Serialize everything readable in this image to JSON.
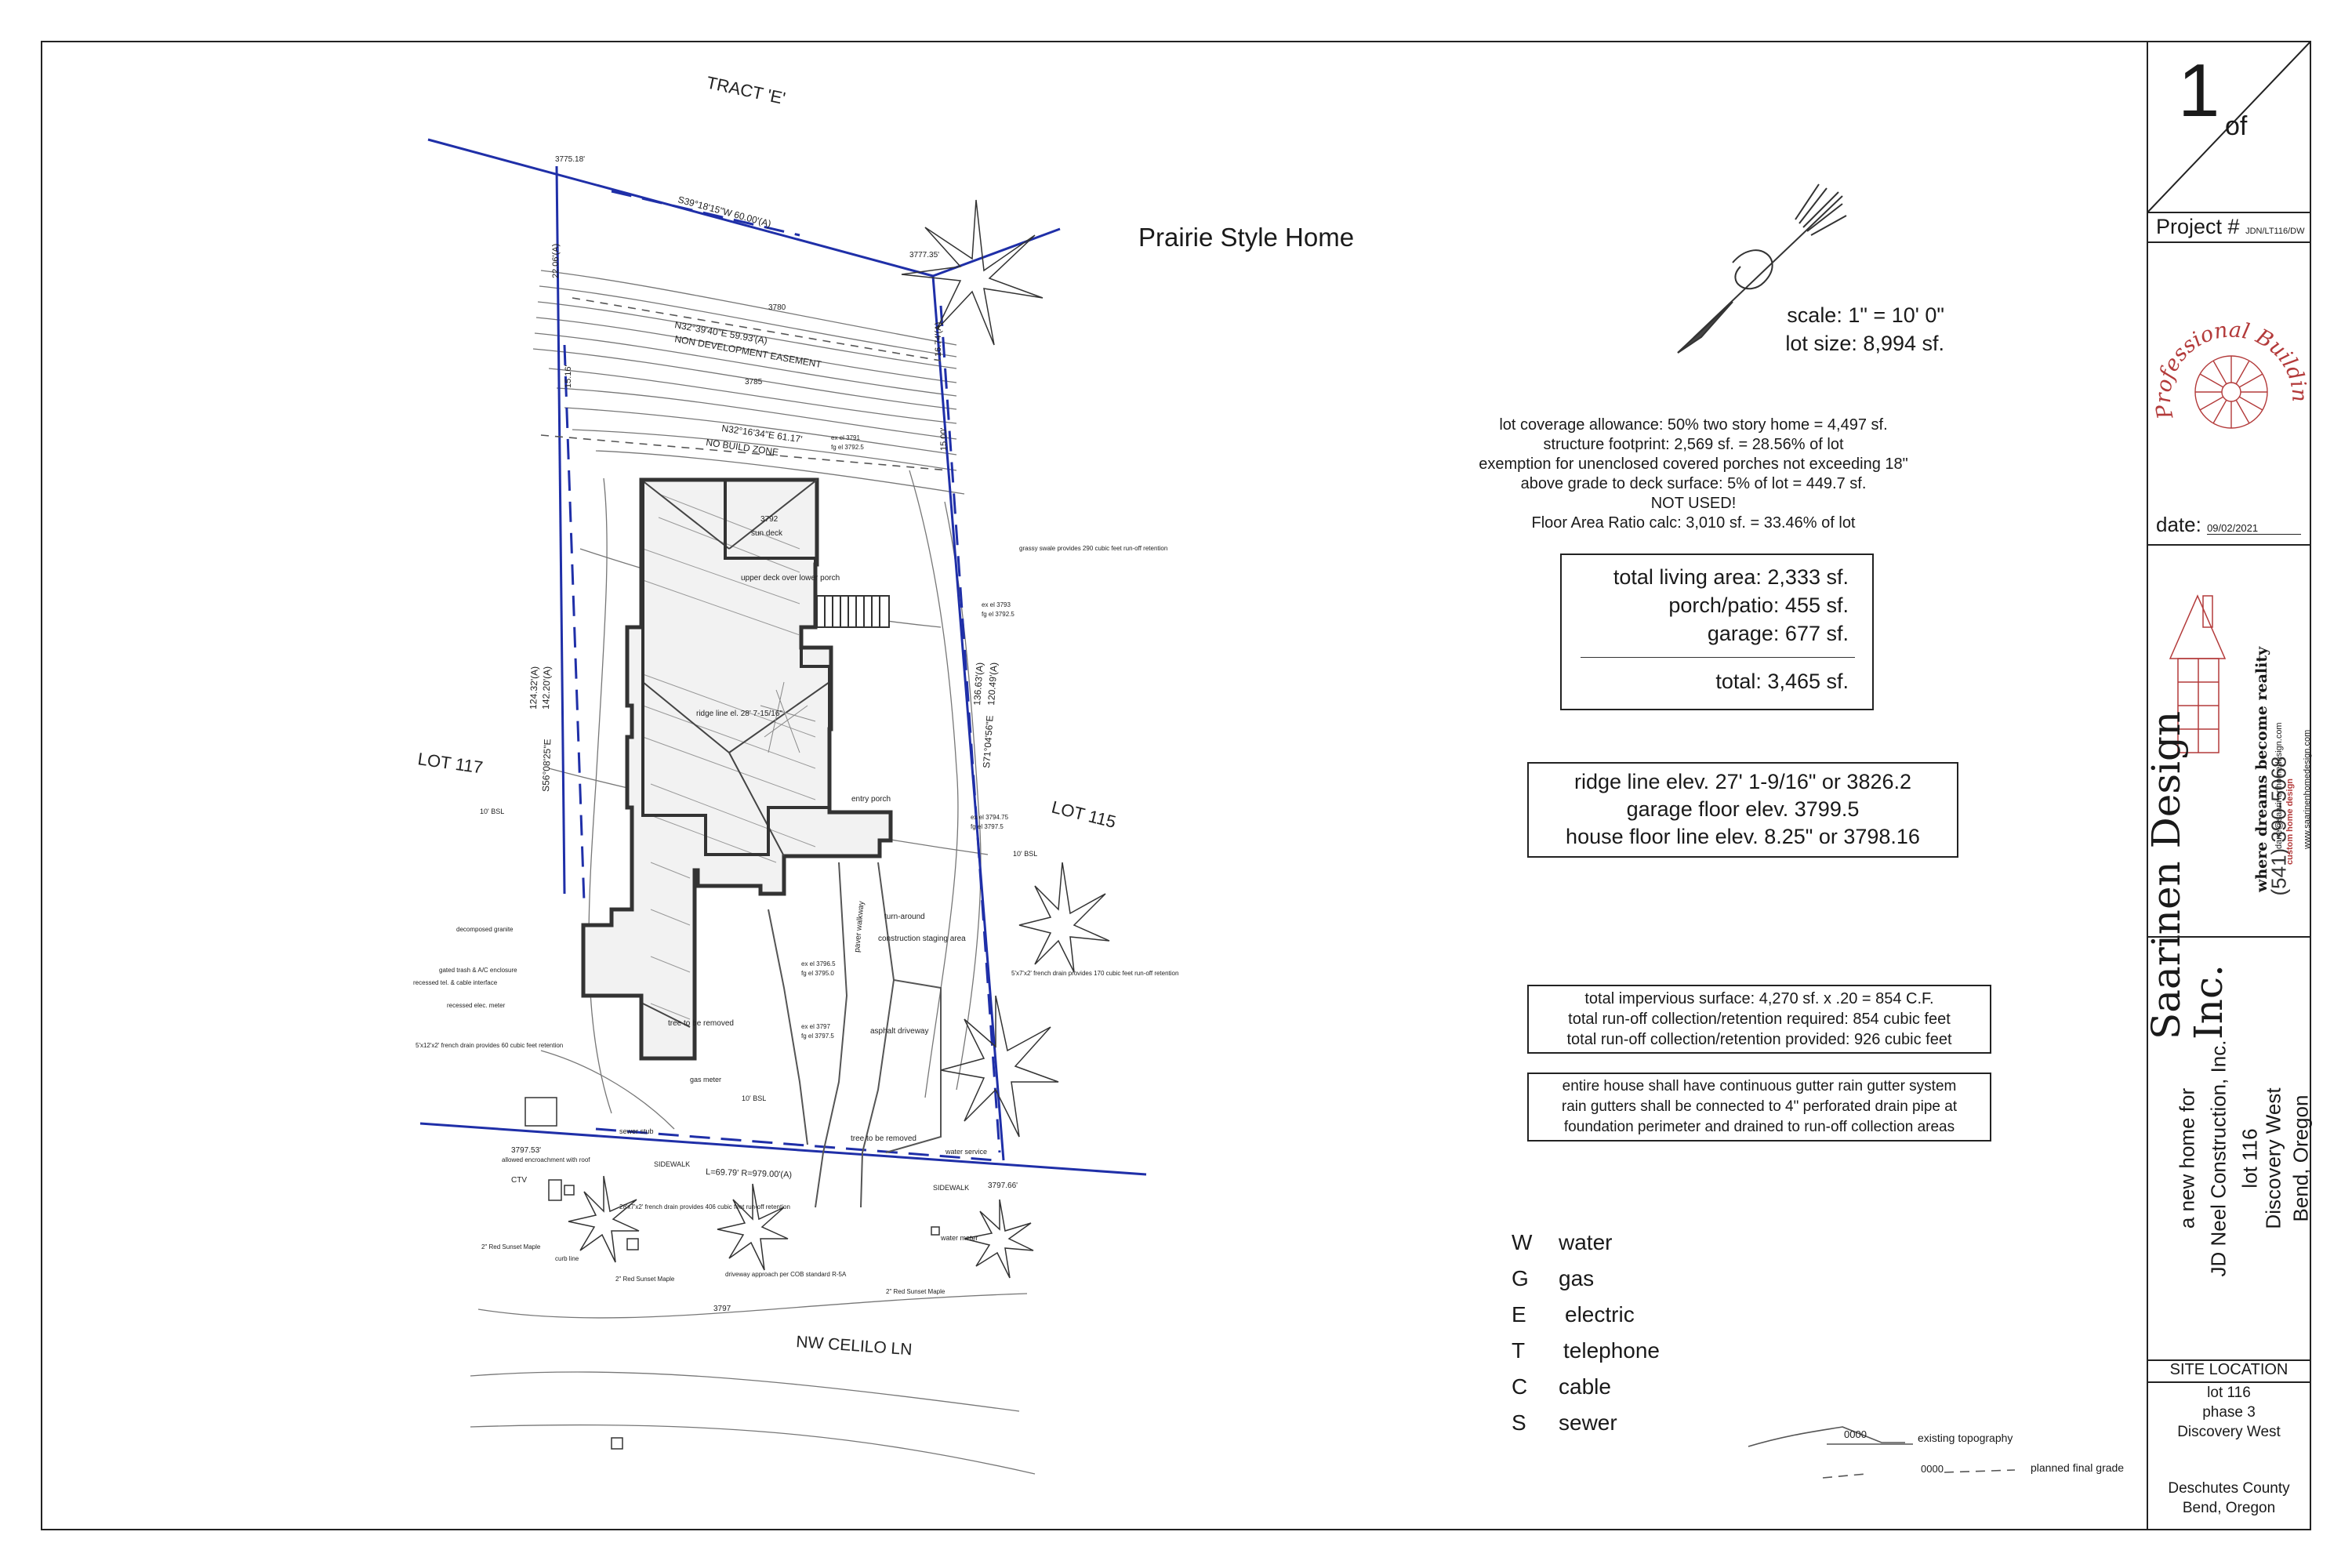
{
  "sheet": {
    "number": "1",
    "of": "of",
    "project_label": "Project #",
    "project_no": "JDN/LT116/DW",
    "date_label": "date:",
    "date": "09/02/2021"
  },
  "title": "Prairie Style Home",
  "scale": "scale: 1\" = 10' 0\"",
  "lot_size": "lot size: 8,994 sf.",
  "coverage_lines": [
    "lot coverage allowance: 50% two story home = 4,497 sf.",
    "structure footprint:  2,569 sf. = 28.56% of lot",
    "exemption for  unenclosed covered porches not exceeding 18\"",
    "above grade to deck surface: 5% of lot = 449.7 sf.",
    "NOT USED!",
    "Floor Area Ratio calc: 3,010 sf. = 33.46% of lot"
  ],
  "areas": {
    "living": "total living area: 2,333 sf.",
    "porch": "porch/patio: 455 sf.",
    "garage": "garage: 677 sf.",
    "total": "total: 3,465 sf."
  },
  "elevations": [
    "ridge line elev. 27' 1-9/16\" or 3826.2",
    "garage floor elev. 3799.5",
    "house floor line elev. 8.25\" or 3798.16"
  ],
  "impervious": [
    "total impervious surface: 4,270 sf. x .20 = 854 C.F.",
    "total run-off collection/retention required: 854 cubic feet",
    "total run-off collection/retention provided: 926 cubic feet"
  ],
  "gutter_note": [
    "entire house shall have continuous gutter rain gutter system",
    "rain gutters shall be connected to 4\" perforated drain pipe at",
    "foundation perimeter and drained to run-off collection areas"
  ],
  "utility_legend": [
    {
      "code": "W",
      "label": "water"
    },
    {
      "code": "G",
      "label": "gas"
    },
    {
      "code": "E",
      "label": "electric"
    },
    {
      "code": "T",
      "label": "telephone"
    },
    {
      "code": "C",
      "label": "cable"
    },
    {
      "code": "S",
      "label": "sewer"
    }
  ],
  "line_legend": {
    "existing_value": "0000",
    "existing_label": "existing topography",
    "planned_value": "0000",
    "planned_label": "planned final grade"
  },
  "designer": {
    "seal_text": "Professional Building Designer",
    "firm_name": "Saarinen Design Inc.",
    "tagline": "where dreams become reality",
    "phone": "(541) 390-5068",
    "sub": "custom home design",
    "email": "dane@saarinenhomedesign.com",
    "web": "www.saarinenhomedesign.com"
  },
  "project": {
    "line1": "a new home for",
    "line2": "JD Neel Construction, Inc.",
    "line3": "lot 116",
    "line4": "Discovery West",
    "line5": "Bend, Oregon"
  },
  "site_location": {
    "heading": "SITE LOCATION",
    "lot": "lot 116",
    "phase": "phase 3",
    "subdivision": "Discovery West",
    "county": "Deschutes County",
    "city": "Bend, Oregon"
  },
  "plan": {
    "tract": "TRACT 'E'",
    "lot117": "LOT 117",
    "lot115": "LOT 115",
    "street": "NW CELILO LN",
    "sidewalk": "SIDEWALK",
    "north_bearing": "S39°18'15\"W  60.00'(A)",
    "easement_bearing": "N32°39'40\"E  59.93'(A)",
    "easement": "NON DEVELOPMENT EASEMENT",
    "nobuild_bearing": "N32°16'34\"E  61.17'",
    "nobuild": "NO BUILD ZONE",
    "west_bearing": "S56°08'25\"E",
    "west_dim": "124.32'(A)",
    "west_dim2": "142.20'(A)",
    "east_bearing": "S71°04'56\"E",
    "east_dim": "136.63'(A)",
    "east_dim2": "120.49'(A)",
    "curve": "L=69.79'   R=979.00'(A)",
    "dim_22": "22.06'(A)",
    "dim_16": "16.74'(A)",
    "dim_1516": "15.16'",
    "dim_1500": "15.00'",
    "pt_3775": "3775.18'",
    "pt_3777": "3777.35'",
    "pt_3797a": "3797.53'",
    "pt_3797b": "3797.66'",
    "contour_3780": "3780",
    "contour_3785": "3785",
    "contour_3797": "3797",
    "sundeck": "sun deck",
    "sundeck_el": "3792",
    "upper_deck": "upper deck over lower porch",
    "ridge_note": "ridge line el. 28' 7-15/16\"",
    "entry": "entry porch",
    "paver": "paver walkway",
    "turnaround": "turn-around",
    "staging": "construction staging area",
    "asphalt": "asphalt driveway",
    "tree_removed": "tree to be removed",
    "tree_removed2": "tree to be removed",
    "bsl": "10' BSL",
    "bsl2": "10' BSL",
    "bsl3": "10' BSL",
    "grassy": "grassy swale provides 290 cubic feet run-off retention",
    "drain1": "5'x7'x2' french drain provides 170 cubic feet run-off retention",
    "drain2": "5'x12'x2' french drain provides 60 cubic feet retention",
    "drain3": "28'x7'x2' french drain provides 406 cubic feet run-off retention",
    "granite": "decomposed granite",
    "trash": "gated trash & A/C enclosure",
    "recessed": "recessed tel. & cable interface",
    "elec_meter": "recessed elec. meter",
    "maple1": "2\" Red Sunset Maple",
    "maple2": "2\" Red Sunset Maple",
    "maple3": "2\" Red Sunset Maple",
    "curb": "curb line",
    "approach": "driveway approach per COB standard R-5A",
    "water_service": "water service",
    "water_meter": "water meter",
    "sewer_stub": "sewer stub",
    "gas_meter": "gas meter",
    "encroach": "allowed encroachment with roof",
    "ctv": "CTV",
    "ex_3791": "ex el 3791",
    "fg_3792": "fg el 3792.5",
    "ex_3793": "ex el 3793",
    "fg_3792b": "fg el 3792.5",
    "ex_3794": "ex el 3794.75",
    "fg_3797": "fg el 3797.5",
    "ex_3796": "ex el 3796.5",
    "fg_3795": "fg el 3795.0",
    "ex_3797": "ex el 3797",
    "fg_3797b": "fg el 3797.5"
  }
}
